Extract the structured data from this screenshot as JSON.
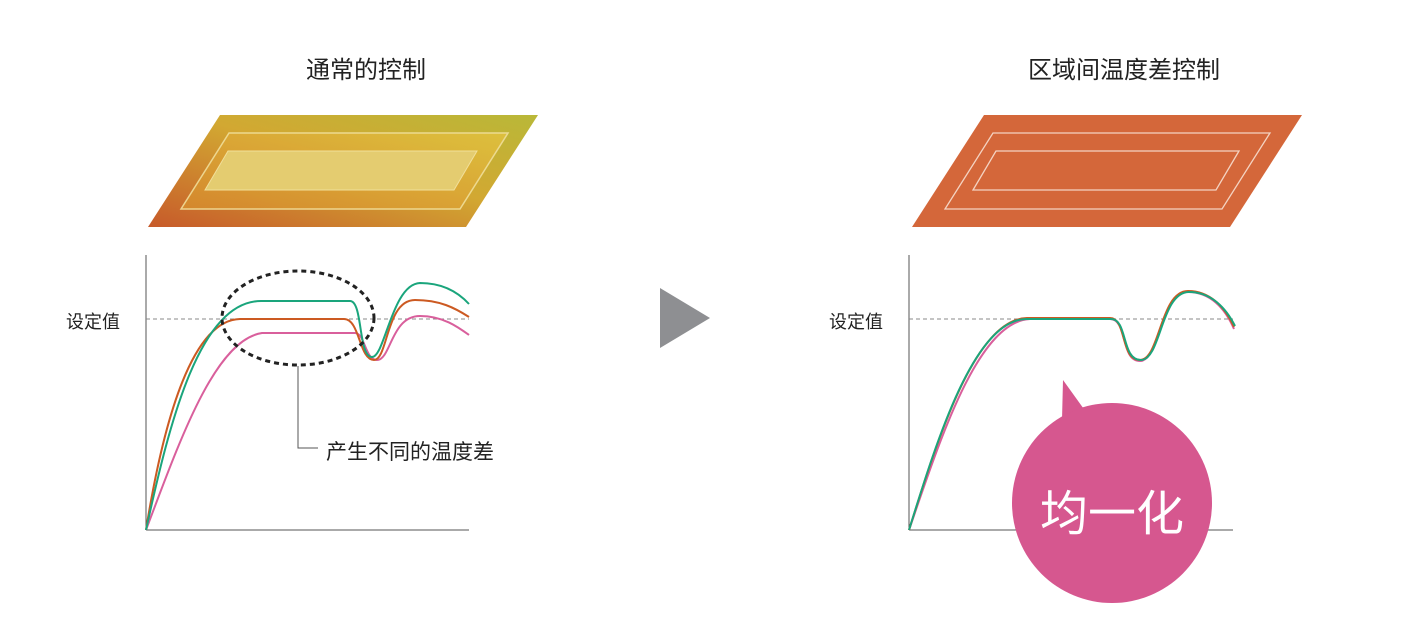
{
  "left_panel": {
    "title": "通常的控制",
    "setpoint_label": "设定值",
    "annotation": "产生不同的温度差",
    "plate_colors": [
      "#c75a2a",
      "#d2a832",
      "#b9b838"
    ]
  },
  "right_panel": {
    "title": "区域间温度差控制",
    "setpoint_label": "设定值",
    "bubble_text": "均一化",
    "plate_color": "#d4673a",
    "bubble_color": "#d6578f"
  },
  "series_colors": {
    "green": "#1aa57c",
    "orange": "#cc5a22",
    "pink": "#d95f9c"
  },
  "arrow_color": "#8e8f92"
}
